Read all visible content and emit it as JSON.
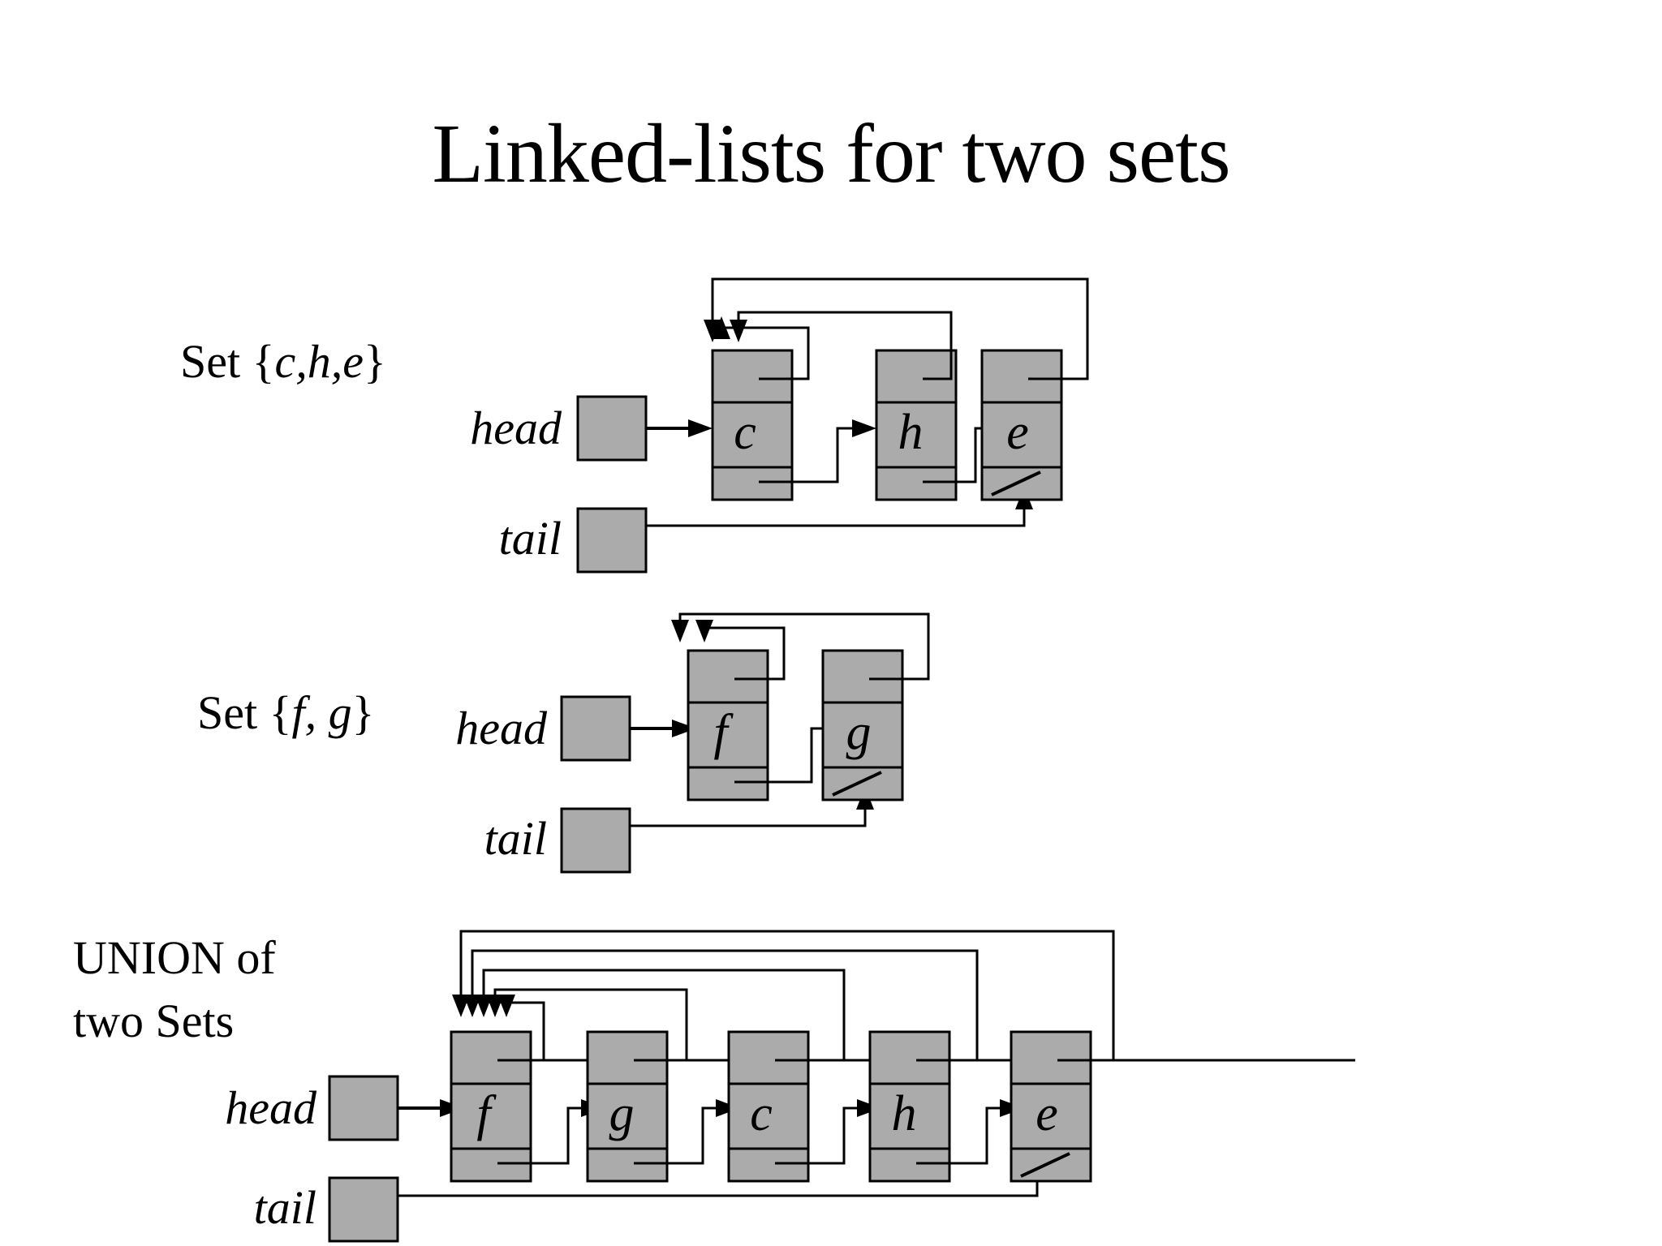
{
  "slide": {
    "title": "Linked-lists for two sets",
    "background_color": "#ffffff",
    "node_fill_color": "#ababab",
    "line_color": "#000000"
  },
  "sections": [
    {
      "id": "set-che",
      "label": "Set {c,h,e}",
      "label_prefix": "Set {",
      "label_members": "c,h,e",
      "label_suffix": "}",
      "head_label": "head",
      "tail_label": "tail",
      "nodes": [
        "c",
        "h",
        "e"
      ],
      "last_node_next": "null"
    },
    {
      "id": "set-fg",
      "label": "Set {f, g}",
      "label_prefix": "Set {",
      "label_members": "f, g",
      "label_suffix": "}",
      "head_label": "head",
      "tail_label": "tail",
      "nodes": [
        "f",
        "g"
      ],
      "last_node_next": "null"
    },
    {
      "id": "union",
      "label_line1": "UNION of",
      "label_line2": "two Sets",
      "head_label": "head",
      "tail_label": "tail",
      "nodes": [
        "f",
        "g",
        "c",
        "h",
        "e"
      ],
      "last_node_next": "null"
    }
  ]
}
